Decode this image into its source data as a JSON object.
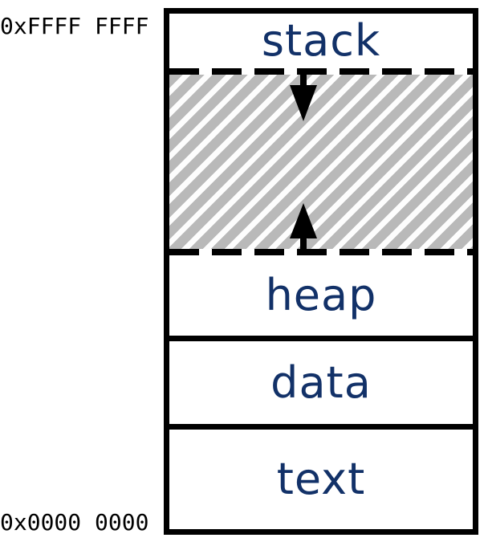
{
  "addresses": {
    "top": "0xFFFF FFFF",
    "bottom": "0x0000 0000"
  },
  "sections": [
    {
      "label": "stack"
    },
    {
      "label": "heap"
    },
    {
      "label": "data"
    },
    {
      "label": "text"
    }
  ],
  "icons": {
    "down_arrow": "arrow-down (stack grows downward)",
    "up_arrow": "arrow-up (heap grows upward)"
  },
  "colors": {
    "section_label_navy": "#123168",
    "border_black": "#000000",
    "hatch_gray": "#b9b9b9",
    "hatch_stripe_white": "#fdfdfd",
    "background": "#ffffff"
  }
}
